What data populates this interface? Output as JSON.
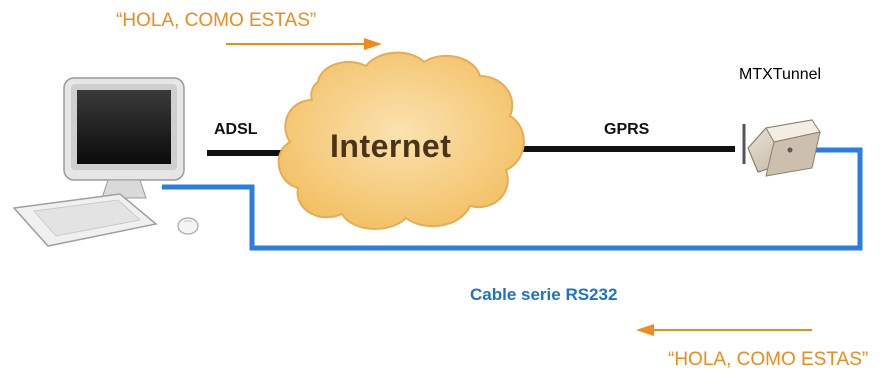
{
  "messages": {
    "top": "“HOLA, COMO ESTAS”",
    "bottom": "“HOLA, COMO ESTAS”"
  },
  "labels": {
    "device": "MTXTunnel",
    "adsl": "ADSL",
    "gprs": "GPRS",
    "cloud": "Internet",
    "cable": "Cable serie RS232"
  },
  "icons": {
    "computer": "computer-icon",
    "modem": "mtx-modem-icon",
    "cloud": "internet-cloud-icon"
  },
  "colors": {
    "message": "#f08a1c",
    "cable": "#2a7de1",
    "cable_label": "#1e73c8",
    "link": "#111111",
    "cloud_fill": "#f7cf82",
    "cloud_text": "#4a3418"
  }
}
